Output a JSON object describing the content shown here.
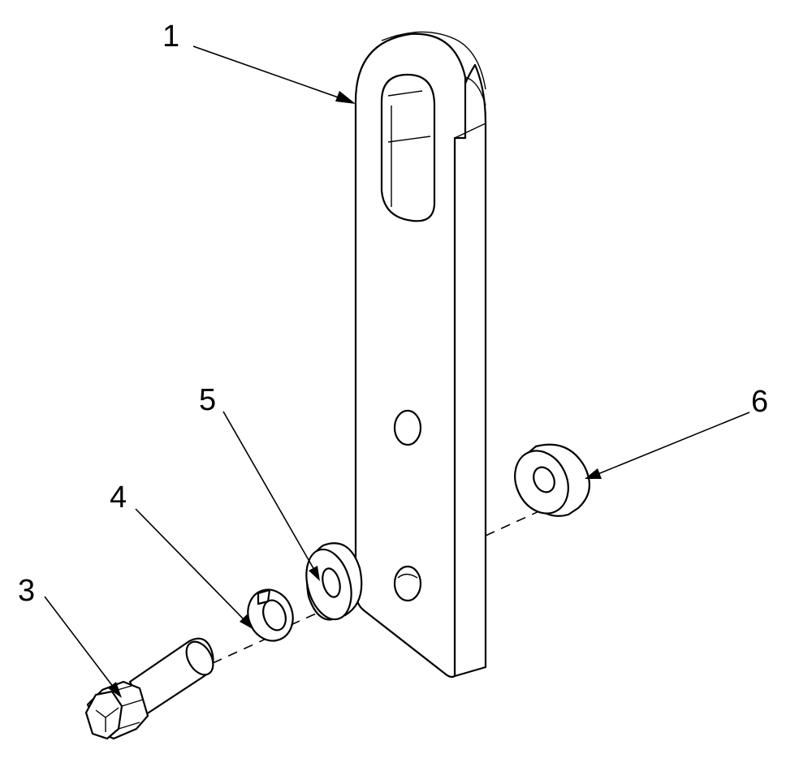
{
  "callouts": [
    {
      "id": "1",
      "label": "1"
    },
    {
      "id": "3",
      "label": "3"
    },
    {
      "id": "4",
      "label": "4"
    },
    {
      "id": "5",
      "label": "5"
    },
    {
      "id": "6",
      "label": "6"
    }
  ],
  "colors": {
    "line": "#000000",
    "background": "#ffffff"
  }
}
